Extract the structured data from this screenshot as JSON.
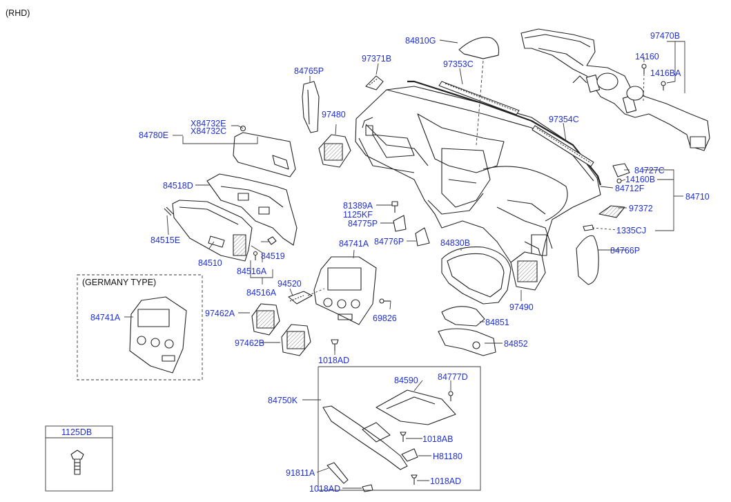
{
  "header": {
    "variant": "(RHD)"
  },
  "germany_box": {
    "title": "(GERMANY TYPE)",
    "part": "84741A"
  },
  "legend": {
    "part": "1125DB"
  },
  "parts": {
    "p84810G": "84810G",
    "p97470B": "97470B",
    "p14160": "14160",
    "p1416BA": "1416BA",
    "p97371B": "97371B",
    "p97353C": "97353C",
    "p84765P": "84765P",
    "p97480": "97480",
    "p97354C": "97354C",
    "pX84732E": "X84732E",
    "pX84732C": "X84732C",
    "p84780E": "84780E",
    "p84727C": "84727C",
    "p14160B": "14160B",
    "p84712F": "84712F",
    "p84710": "84710",
    "p84518D": "84518D",
    "p81389A": "81389A",
    "p1125KF": "1125KF",
    "p84775P": "84775P",
    "p97372": "97372",
    "p1335CJ": "1335CJ",
    "p84515E": "84515E",
    "p84741A": "84741A",
    "p84776P": "84776P",
    "p84830B": "84830B",
    "p84766P": "84766P",
    "p84519": "84519",
    "p84510": "84510",
    "p84516A": "84516A",
    "p84516A2": "84516A",
    "p94520": "94520",
    "p97462A": "97462A",
    "p69826": "69826",
    "p97490": "97490",
    "p84851": "84851",
    "p97462B": "97462B",
    "p84852": "84852",
    "p1018AD": "1018AD",
    "p84590": "84590",
    "p84777D": "84777D",
    "p84750K": "84750K",
    "p1018AB": "1018AB",
    "pH81180": "H81180",
    "p91811A": "91811A",
    "p1018AD2": "1018AD",
    "p1018AD3": "1018AD"
  }
}
